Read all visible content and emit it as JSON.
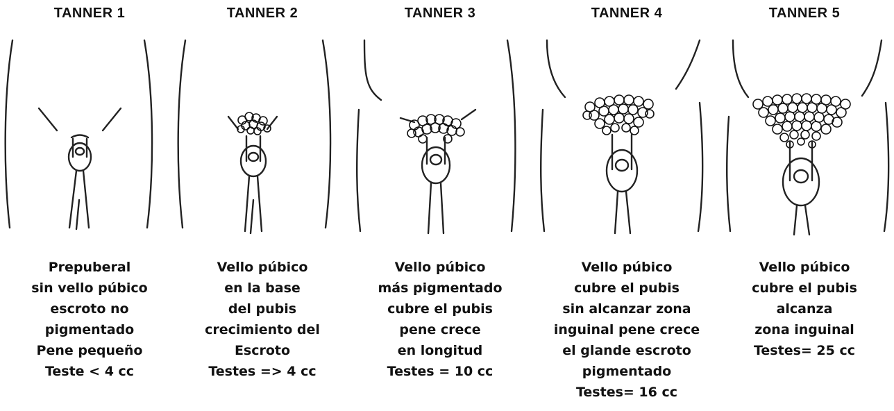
{
  "stages": [
    {
      "title": "TANNER 1",
      "lines": [
        "Prepuberal",
        "sin vello púbico",
        "escroto no",
        "pigmentado",
        "Pene pequeño",
        "Teste < 4 cc"
      ]
    },
    {
      "title": "TANNER 2",
      "lines": [
        "Vello púbico",
        "en la base",
        "del pubis",
        "crecimiento del",
        "Escroto",
        "Testes => 4 cc"
      ]
    },
    {
      "title": "TANNER 3",
      "lines": [
        "Vello púbico",
        "más pigmentado",
        "cubre el pubis",
        "pene crece",
        "en longitud",
        "Testes = 10 cc"
      ]
    },
    {
      "title": "TANNER 4",
      "lines": [
        "Vello púbico",
        "cubre el pubis",
        "sin alcanzar zona",
        "inguinal pene crece",
        "el glande escroto",
        "pigmentado",
        "Testes= 16 cc"
      ]
    },
    {
      "title": "TANNER 5",
      "lines": [
        "Vello púbico",
        "cubre el pubis",
        "alcanza",
        "zona inguinal",
        "Testes= 25 cc"
      ]
    }
  ]
}
